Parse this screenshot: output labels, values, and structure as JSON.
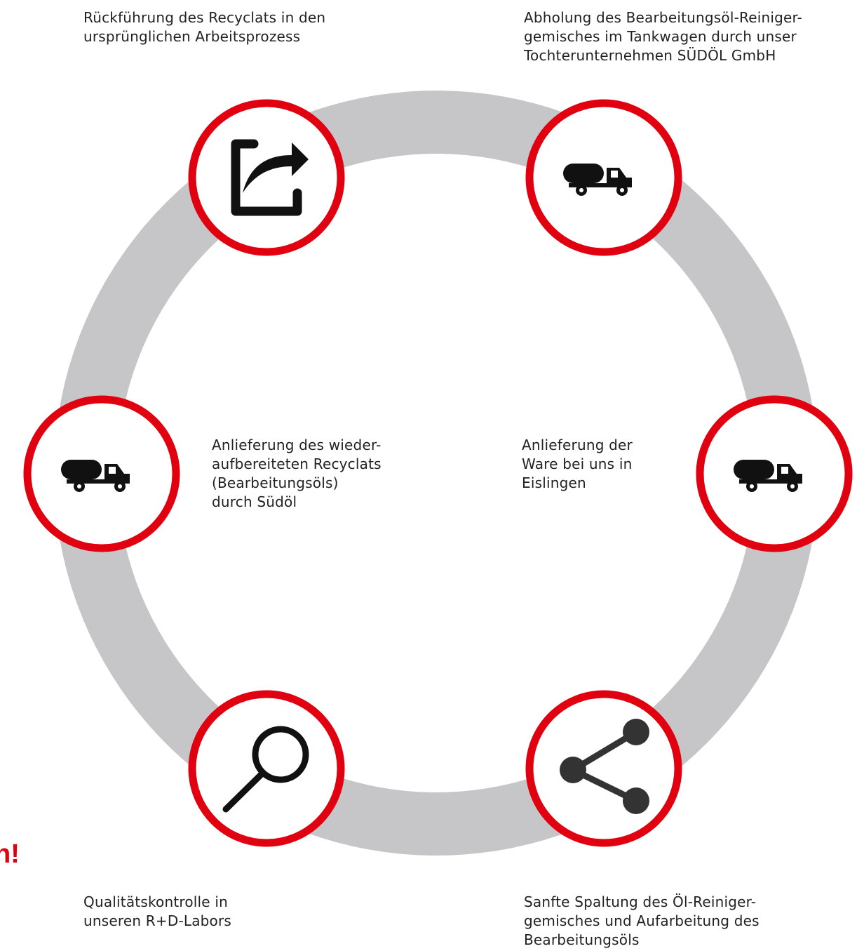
{
  "colors": {
    "accent": "#e1000f",
    "arrow": "#c6c6c8",
    "icon": "#111111",
    "share": "#333333"
  },
  "steps": [
    {
      "icon": "share-arrow-icon",
      "lines": [
        "Rückführung des Recyclats in den",
        "ursprünglichen Arbeitsprozess"
      ]
    },
    {
      "icon": "tank-truck-icon",
      "lines": [
        "Abholung des Bearbeitungsöl-Reiniger-",
        "gemisches im Tankwagen durch unser",
        "Tochterunternehmen SÜDÖL GmbH"
      ]
    },
    {
      "icon": "tank-truck-icon",
      "lines": [
        "Anlieferung der",
        "Ware bei uns in",
        "Eislingen"
      ]
    },
    {
      "icon": "share-network-icon",
      "lines": [
        "Sanfte Spaltung des Öl-Reiniger-",
        "gemisches und Aufarbeitung des",
        "Bearbeitungsöls"
      ]
    },
    {
      "icon": "magnifier-icon",
      "lines": [
        "Qualitätskontrolle in",
        "unseren R+D-Labors"
      ]
    },
    {
      "icon": "tank-truck-icon",
      "lines": [
        "Anlieferung des wieder-",
        "aufbereiteten Recyclats",
        "(Bearbeitungsöls)",
        "durch Südöl"
      ]
    }
  ],
  "fragment_text": "n!"
}
